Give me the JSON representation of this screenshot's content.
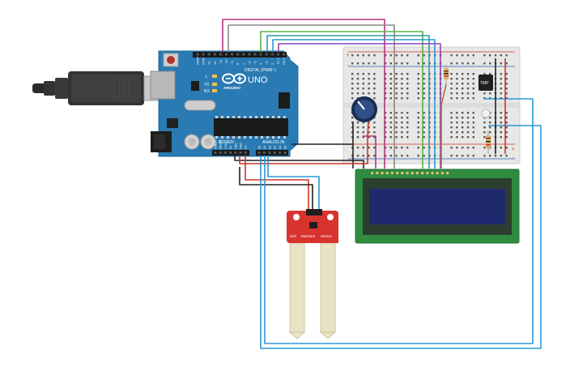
{
  "arduino": {
    "logo_text": "UNO",
    "brand_text": "ARDUINO",
    "digital_header": "DIGITAL (PWM~)",
    "power_label": "POWER",
    "analog_label": "ANALOG IN",
    "led_l": "L",
    "led_tx": "TX",
    "led_rx": "RX",
    "digital_pins": [
      "AREF",
      "GND",
      "13",
      "12",
      "~11",
      "~10",
      "~9",
      "8",
      "7",
      "~6",
      "~5",
      "4",
      "~3",
      "2",
      "TX 1",
      "RX 0"
    ],
    "power_pins": [
      "IOREF",
      "RESET",
      "3.3V",
      "5V",
      "GND",
      "GND",
      "Vin"
    ],
    "analog_pins": [
      "A0",
      "A1",
      "A2",
      "A3",
      "A4",
      "A5"
    ]
  },
  "breadboard": {
    "plus": "+",
    "minus": "-"
  },
  "sensor": {
    "label_left": "Soil",
    "label_mid": "Moisture",
    "label_right": "Sensor"
  },
  "temp_sensor": {
    "label": "TMP"
  },
  "colors": {
    "arduino_board": "#2a7ab3",
    "arduino_dark": "#1f6597",
    "breadboard": "#e7e7e5",
    "lcd_board": "#2f8b3f",
    "lcd_screen": "#1f2a6e",
    "sensor_red": "#d8332e",
    "probe": "#e9e3c6",
    "wire_blue": "#2a9ad3",
    "wire_red": "#d0342c",
    "wire_black": "#222222",
    "wire_magenta": "#b9327c",
    "wire_green": "#5bb044",
    "wire_gray": "#8a8a8a",
    "wire_purple": "#8a45b5",
    "wire_teal": "#2b9ca0",
    "wire_brown": "#a0743a"
  }
}
